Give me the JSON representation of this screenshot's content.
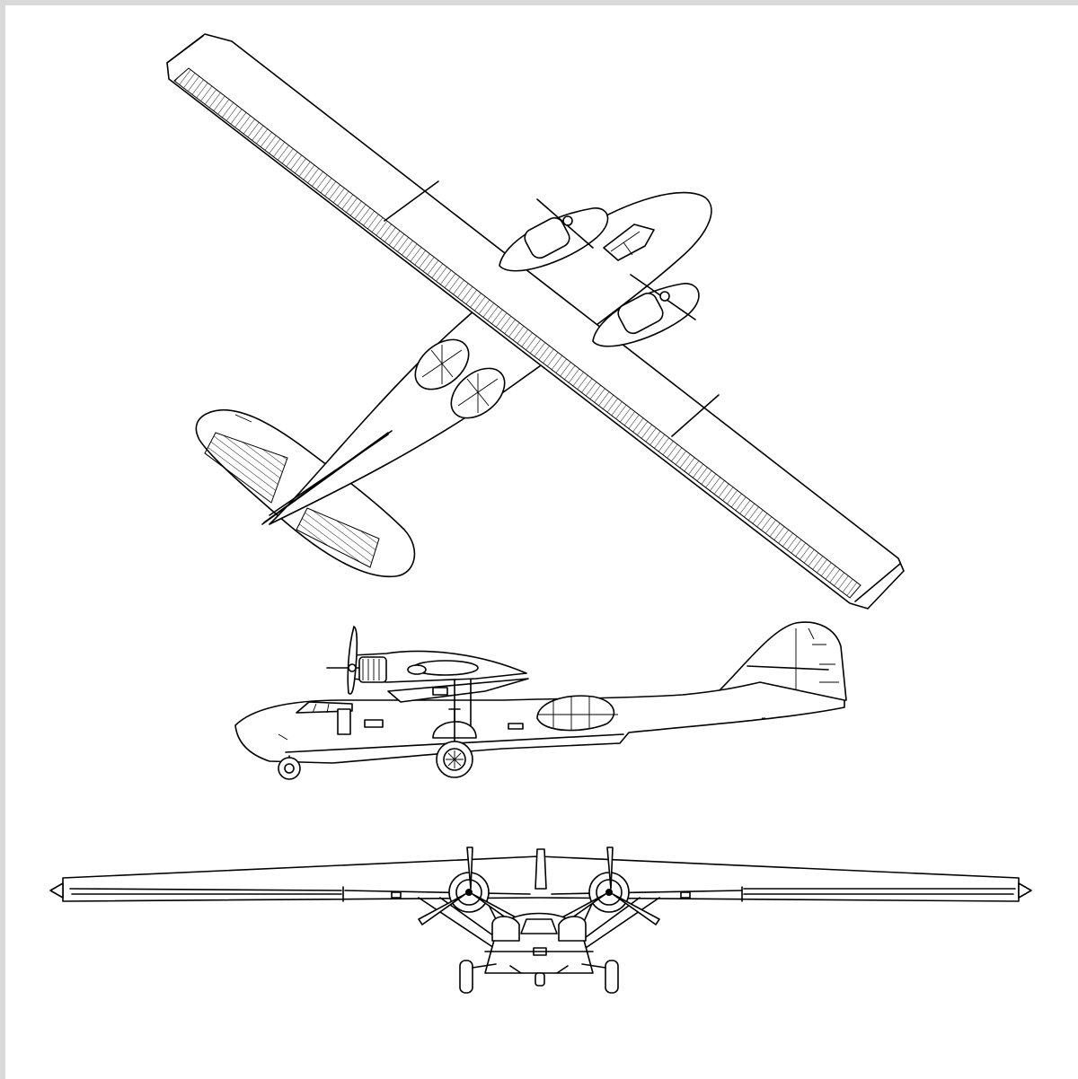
{
  "drawing": {
    "views": [
      "plan",
      "side",
      "front"
    ],
    "colors": {
      "background": "#ffffff",
      "frame": "#d9d9d9",
      "line": "#000000"
    }
  }
}
